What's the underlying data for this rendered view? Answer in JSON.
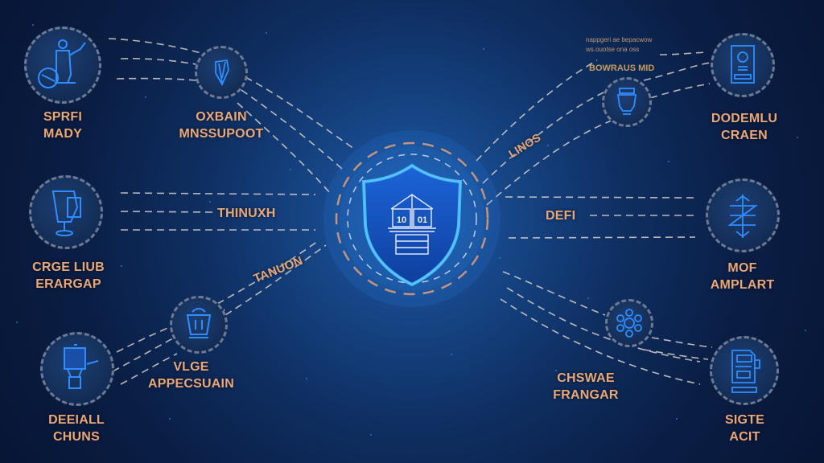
{
  "diagram": {
    "theme_colors": {
      "background": "#0a1e44",
      "glow": "#1f5fae",
      "icon_blue": "#2f8dff",
      "label_orange": "#e9a87a",
      "ring_gray": "#6d7a92"
    },
    "center": {
      "icon": "shield-with-building-icon",
      "shield_digits": [
        "10",
        "01"
      ]
    },
    "nodes": [
      {
        "id": "n1",
        "icon": "person-with-wheel-icon",
        "label_lines": [
          "SPRFI",
          "MADY"
        ]
      },
      {
        "id": "n2",
        "icon": "crystal-icon",
        "label_lines": [
          "OXBAIN",
          "MNSSUPOOT"
        ]
      },
      {
        "id": "n3",
        "icon": "trophy-card-icon",
        "label_lines": [
          "CRGE LIUB",
          "ERARGAP"
        ]
      },
      {
        "id": "n4",
        "icon": "basket-icon",
        "label_lines": [
          "VLGE",
          "APPECSUAIN"
        ]
      },
      {
        "id": "n5",
        "icon": "device-kiosk-icon",
        "label_lines": [
          "DEEIALL",
          "CHUNS"
        ]
      },
      {
        "id": "n6",
        "icon": "jar-icon",
        "label_lines": []
      },
      {
        "id": "n7",
        "icon": "document-card-icon",
        "label_lines": [
          "DODEMLU",
          "CRAEN"
        ]
      },
      {
        "id": "n8",
        "icon": "network-snowflake-icon",
        "label_lines": [
          "MOF",
          "AMPLART"
        ]
      },
      {
        "id": "n9",
        "icon": "molecule-icon",
        "label_lines": []
      },
      {
        "id": "n10",
        "icon": "machine-document-icon",
        "label_lines": [
          "SIGTE",
          "ACIT"
        ]
      }
    ],
    "connector_labels": [
      {
        "id": "thinuxh",
        "text": "THINUXH"
      },
      {
        "id": "tanuon",
        "text": "TANUON"
      },
      {
        "id": "defi",
        "text": "DEFI"
      },
      {
        "id": "linos",
        "text": "LINOS"
      },
      {
        "id": "chswae",
        "lines": [
          "CHSWAE",
          "FRANGAR"
        ]
      }
    ],
    "small_annotation": {
      "lines": [
        "nappgeri ae bepacwow",
        "ws.ouotse ona oss"
      ],
      "highlight": "BOWRAUS MID"
    }
  }
}
